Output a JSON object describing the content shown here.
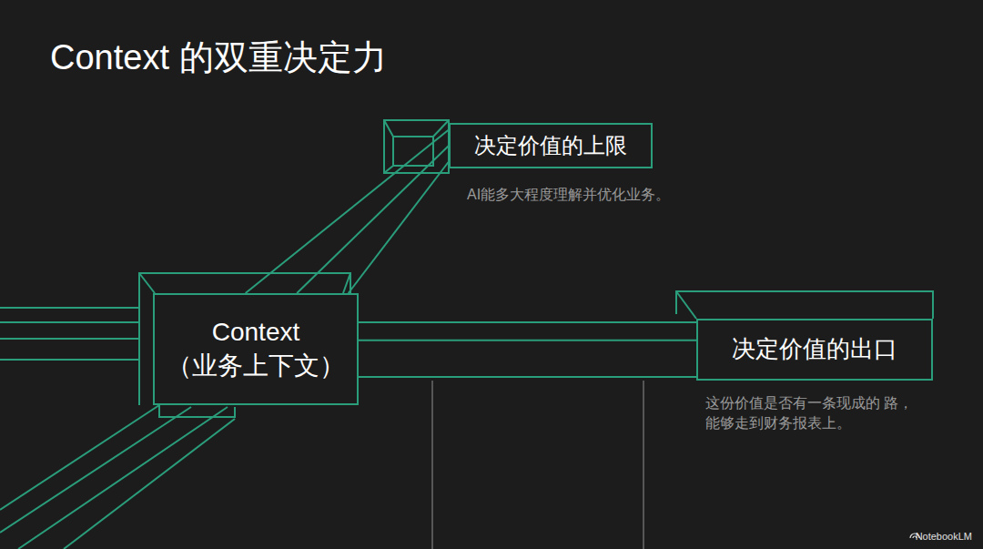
{
  "diagram": {
    "title": "Context 的双重决定力",
    "nodes": [
      {
        "text": [
          "Context （业务上下文）"
        ]
      },
      {
        "text": [
          "决定价值的上限",
          "AI能多大程度理解并优化业务。"
        ]
      },
      {
        "text": [
          "决定价值的出口",
          "这份价值是否有一条现成的 路，能够走到财务报表上。"
        ]
      }
    ],
    "edges": [
      {
        "from": 0,
        "to": 1,
        "arrow": "none"
      },
      {
        "from": 0,
        "to": 2,
        "arrow": "none"
      }
    ],
    "labels": [
      "NotebookLM"
    ]
  }
}
